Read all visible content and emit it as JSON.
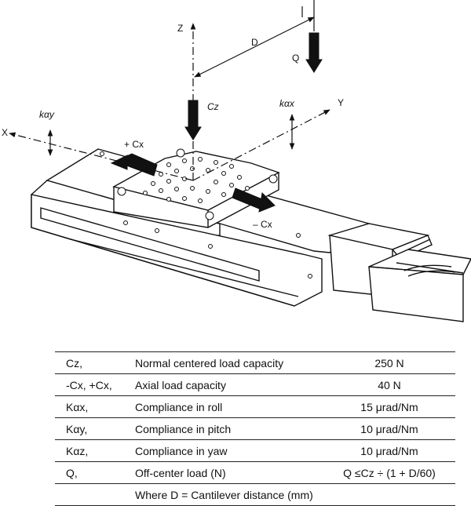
{
  "diagram": {
    "labels": {
      "z": "Z",
      "x": "X",
      "y": "Y",
      "d": "D",
      "q": "Q",
      "cz": "Cz",
      "k_alpha_x": "kαx",
      "k_alpha_y": "kαy",
      "plus_cx": "+ Cx",
      "minus_cx": "– Cx"
    }
  },
  "table": {
    "rows": [
      {
        "symbol": "Cz,",
        "description": "Normal centered load capacity",
        "value": "250 N"
      },
      {
        "symbol": "-Cx, +Cx,",
        "description": "Axial load capacity",
        "value": "40 N"
      },
      {
        "symbol": "Kαx,",
        "description": "Compliance in roll",
        "value": "15 μrad/Nm"
      },
      {
        "symbol": "Kαy,",
        "description": "Compliance in pitch",
        "value": "10 μrad/Nm"
      },
      {
        "symbol": "Kαz,",
        "description": "Compliance in yaw",
        "value": "10 μrad/Nm"
      },
      {
        "symbol": "Q,",
        "description": "Off-center load (N)",
        "value": "Q ≤Cz ÷ (1 + D/60)"
      }
    ],
    "footnote": "Where D = Cantilever distance (mm)"
  }
}
